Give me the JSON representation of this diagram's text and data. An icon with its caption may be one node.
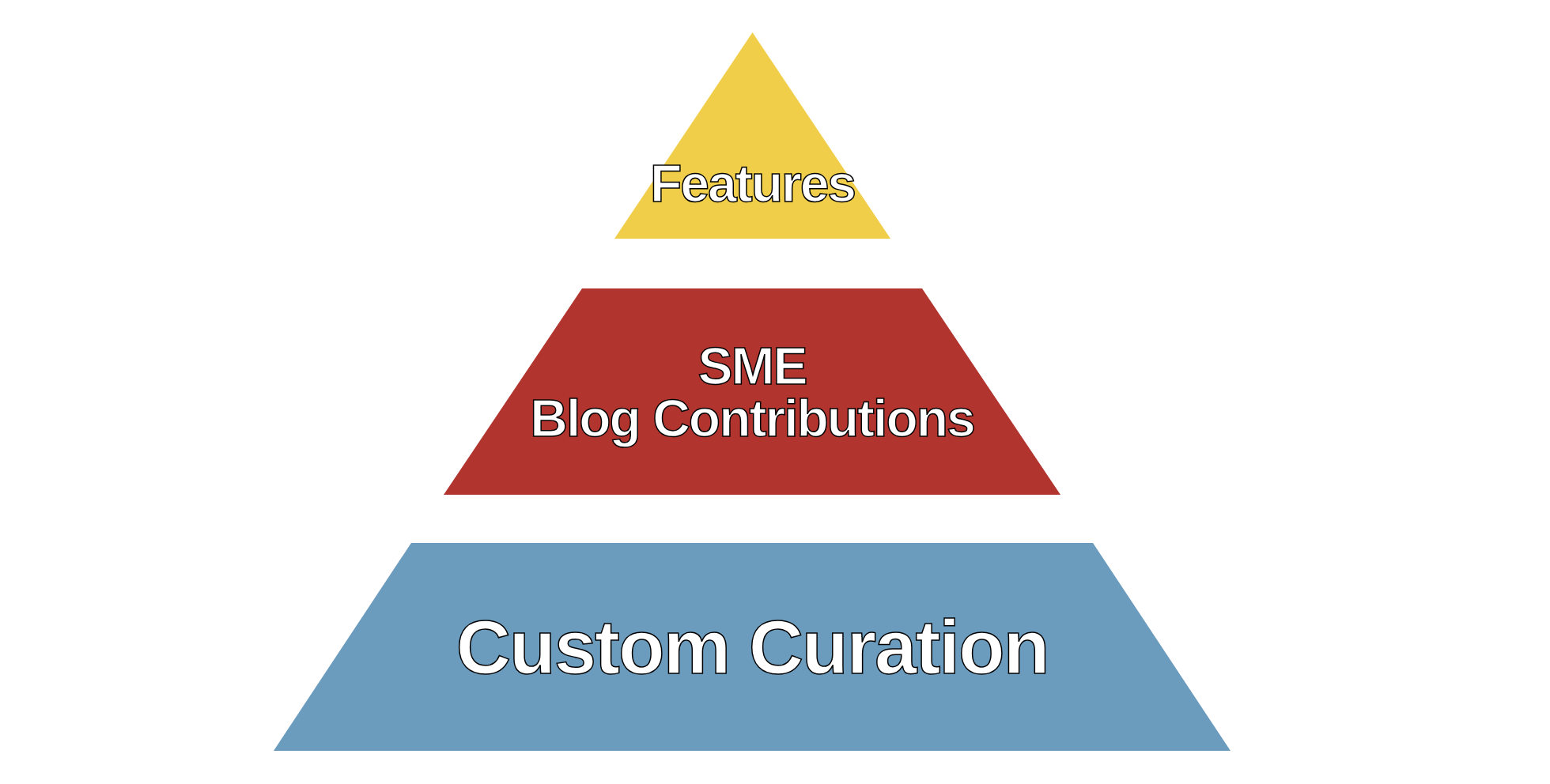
{
  "diagram": {
    "nodes": [
      {
        "text": [
          "Features"
        ]
      },
      {
        "text": [
          "SME",
          "Blog Contributions"
        ]
      },
      {
        "text": [
          "Custom Curation"
        ]
      }
    ]
  }
}
